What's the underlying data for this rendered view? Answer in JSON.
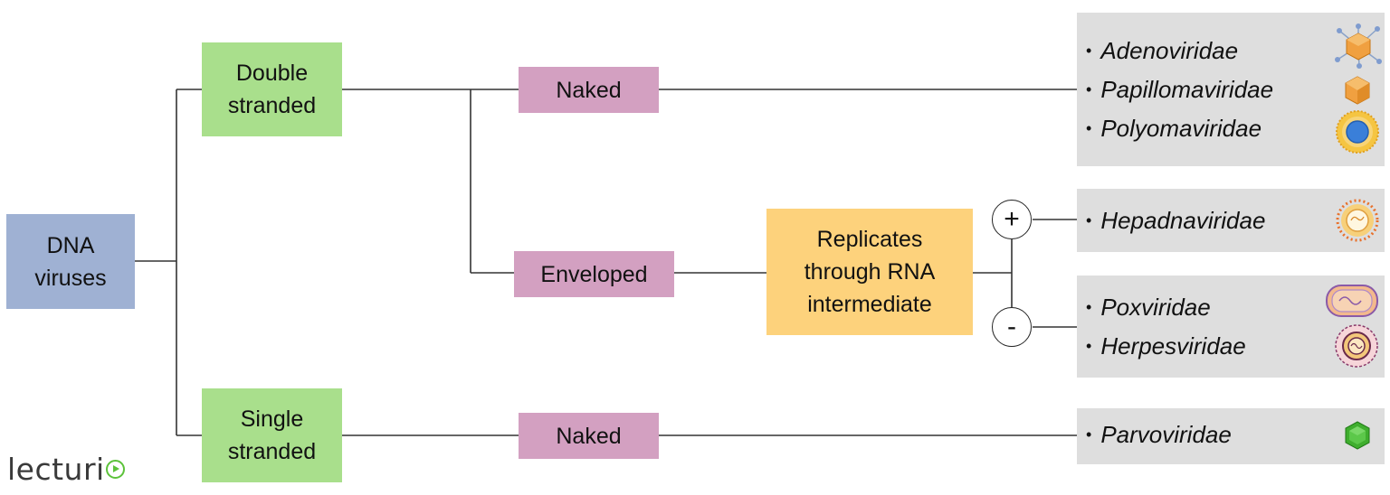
{
  "nodes": {
    "root": "DNA\nviruses",
    "double_stranded": "Double\nstranded",
    "single_stranded": "Single\nstranded",
    "naked_ds": "Naked",
    "enveloped": "Enveloped",
    "naked_ss": "Naked",
    "replicates": "Replicates\nthrough RNA\nintermediate",
    "plus_sign": "+",
    "minus_sign": "-"
  },
  "bullet": "•",
  "families": {
    "naked_ds": [
      "Adenoviridae",
      "Papillomaviridae",
      "Polyomaviridae"
    ],
    "positive": [
      "Hepadnaviridae"
    ],
    "negative": [
      "Poxviridae",
      "Herpesviridae"
    ],
    "naked_ss": [
      "Parvoviridae"
    ]
  },
  "icons": [
    "adenovirus-icon",
    "papillomavirus-icon",
    "polyomavirus-icon",
    "hepadnavirus-icon",
    "poxvirus-icon",
    "herpesvirus-icon",
    "parvovirus-icon"
  ],
  "logo": {
    "text": "lecturi"
  },
  "colors": {
    "root": "#9fb1d3",
    "strand": "#a9df8c",
    "envelope": "#d3a0c1",
    "replication": "#fdd27c",
    "family_box": "#dedede"
  }
}
